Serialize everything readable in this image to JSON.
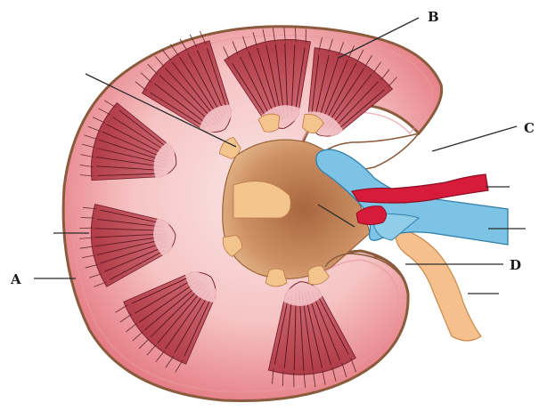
{
  "labels": {
    "a": "A",
    "b": "B",
    "c": "C",
    "d": "D"
  },
  "colors": {
    "outline": "#8a5a3c",
    "cortex": "#f3b3b3",
    "pyramid": "#b8444f",
    "pelvis": "#c98a5a",
    "calyx": "#f3c48d",
    "artery": "#d71b3b",
    "vein": "#7dc3e6",
    "ureter": "#f5c08e"
  }
}
